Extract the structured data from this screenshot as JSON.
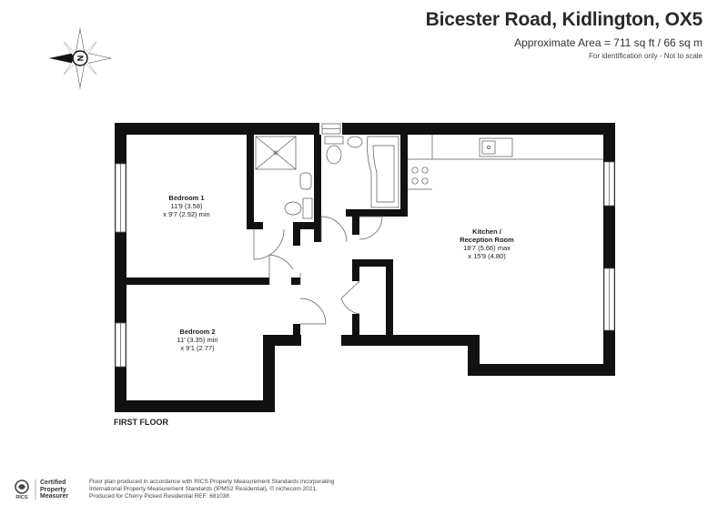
{
  "header": {
    "title": "Bicester Road, Kidlington, OX5",
    "area": "Approximate Area = 711 sq ft / 66 sq m",
    "note": "For identification only - Not to scale"
  },
  "compass": {
    "letter": "N"
  },
  "floor_label": "FIRST FLOOR",
  "rooms": {
    "bedroom1": {
      "name": "Bedroom 1",
      "dim1": "11'9 (3.58)",
      "dim2": "x 9'7 (2.92) min"
    },
    "bedroom2": {
      "name": "Bedroom 2",
      "dim1": "11' (3.35) min",
      "dim2": "x 9'1 (2.77)"
    },
    "kitchen": {
      "name1": "Kitchen /",
      "name2": "Reception Room",
      "dim1": "18'7 (5.66) max",
      "dim2": "x 15'9 (4.80)"
    }
  },
  "badge": {
    "line1": "Certified",
    "line2": "Property",
    "line3": "Measurer",
    "logo_text": "RICS"
  },
  "footer": {
    "line1": "Floor plan produced in accordance with RICS Property Measurement Standards incorporating",
    "line2": "International Property Measurement Standards (IPMS2 Residential).  © nichecom 2021.",
    "line3": "Produced for Cherry Picked Residential     REF:  681038"
  }
}
